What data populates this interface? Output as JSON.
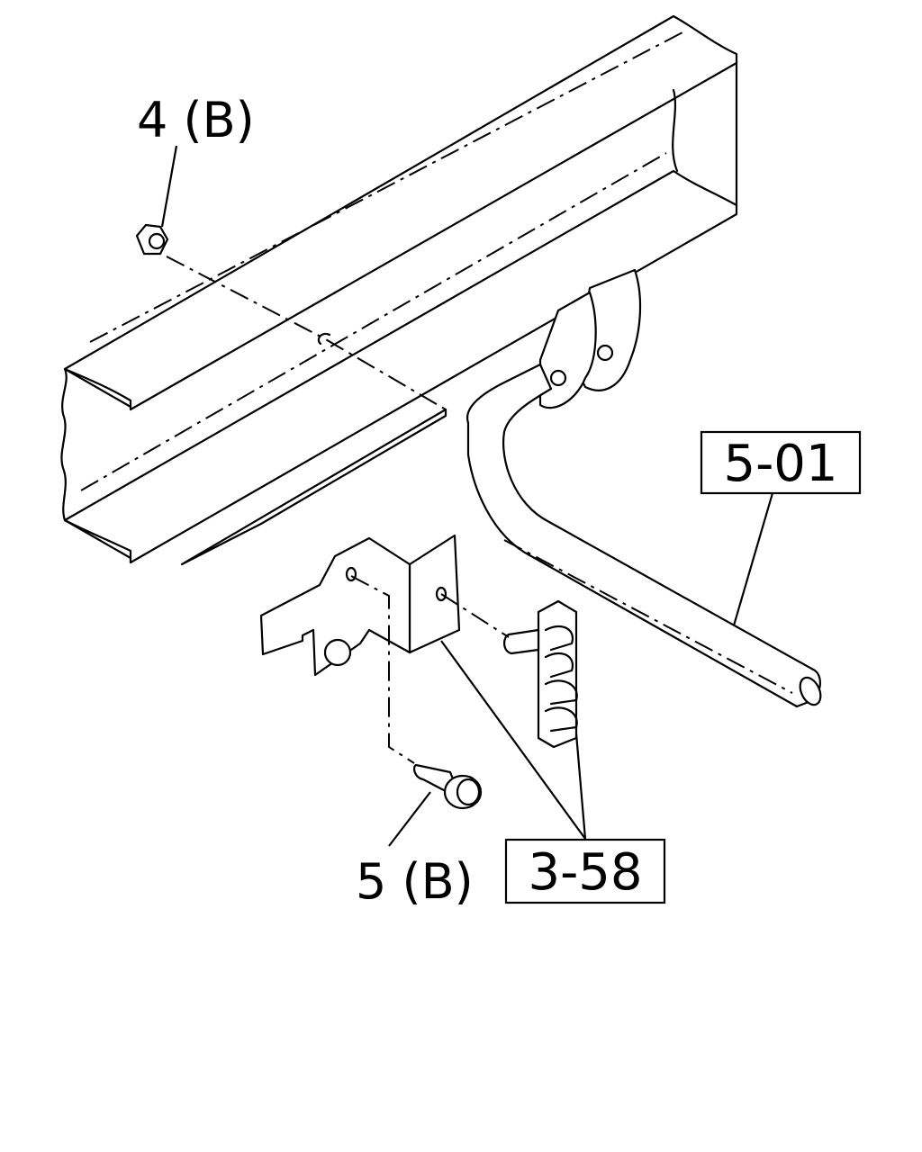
{
  "callouts": {
    "nut": "4 (B)",
    "bolt": "5 (B)",
    "frame_ref": "5-01",
    "bracket_ref": "3-58"
  },
  "colors": {
    "line": "#000000",
    "background": "#ffffff"
  }
}
